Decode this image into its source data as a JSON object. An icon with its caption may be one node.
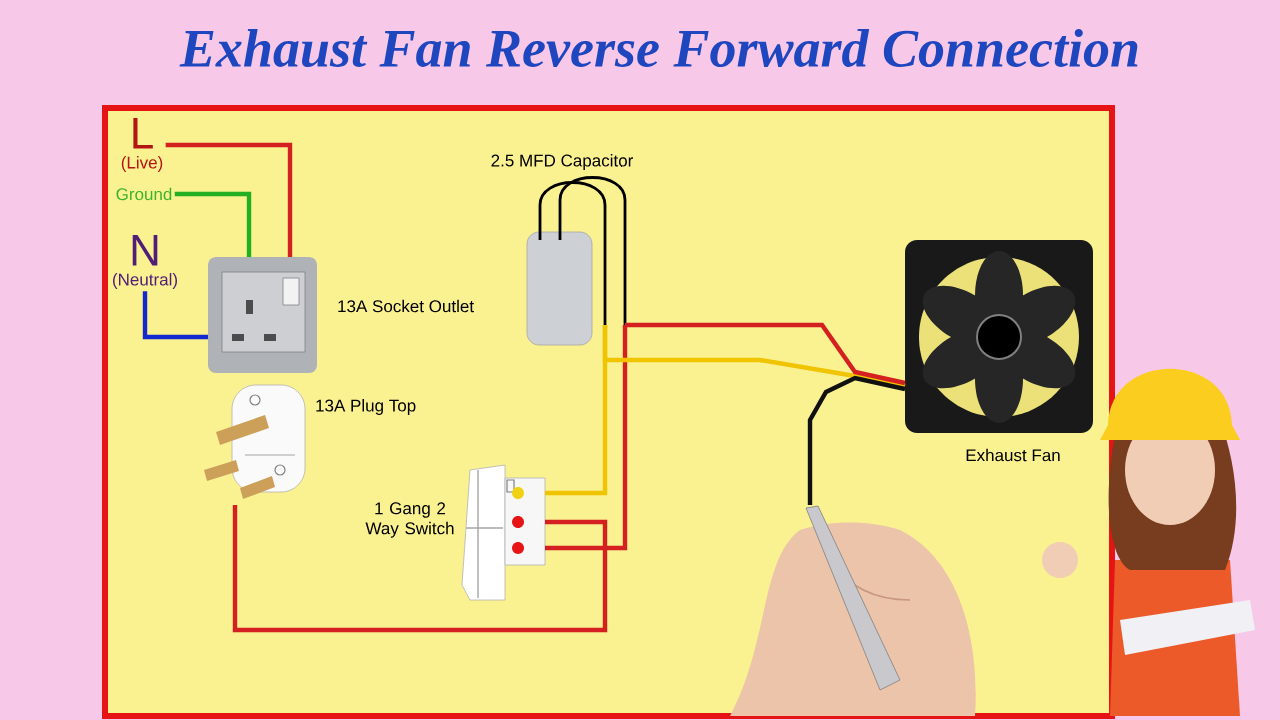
{
  "diagram": {
    "title": "Exhaust Fan Reverse Forward Connection",
    "nodes": [
      {
        "text": [
          "L",
          "(Live)"
        ]
      },
      {
        "text": [
          "Ground"
        ]
      },
      {
        "text": [
          "N",
          "(Neutral)"
        ]
      },
      {
        "text": [],
        "shape": "picture",
        "beside": [
          "13A Socket Outlet"
        ]
      },
      {
        "text": [],
        "shape": "picture",
        "beside": [
          "13A Plug Top"
        ]
      },
      {
        "text": [],
        "shape": "picture",
        "beside": [
          "2.5 MFD Capacitor"
        ]
      },
      {
        "text": [],
        "shape": "picture",
        "beside": [
          "1 Gang 2 Way Switch"
        ]
      },
      {
        "text": [],
        "shape": "picture",
        "beside": [
          "Exhaust Fan"
        ]
      },
      {
        "text": [],
        "shape": "picture"
      }
    ],
    "edges": [
      {
        "from": 0,
        "to": 3,
        "arrow": "none"
      },
      {
        "from": 1,
        "to": 3,
        "arrow": "none",
        "color": "#22b022"
      },
      {
        "from": 2,
        "to": 3,
        "arrow": "none",
        "color": "#1428d0"
      },
      {
        "from": 4,
        "to": 6,
        "arrow": "none"
      },
      {
        "from": 5,
        "to": 6,
        "arrow": "none",
        "color": "#f0c400"
      },
      {
        "from": 5,
        "to": 6,
        "arrow": "none"
      },
      {
        "from": 5,
        "to": 7,
        "arrow": "none",
        "color": "#f0c400"
      },
      {
        "from": 5,
        "to": 7,
        "arrow": "none"
      },
      {
        "from": 7,
        "to": 8,
        "arrow": "none",
        "color": "#111111"
      }
    ]
  }
}
